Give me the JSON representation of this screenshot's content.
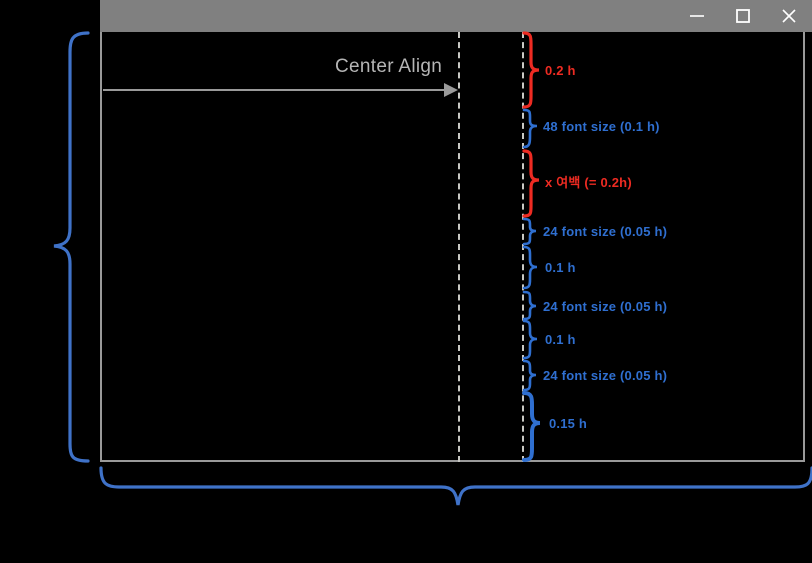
{
  "window": {
    "title_bar": {
      "controls": [
        {
          "name": "minimize",
          "glyph": "minimize-icon",
          "label": "Minimize"
        },
        {
          "name": "maximize",
          "glyph": "maximize-icon",
          "label": "Maximize"
        },
        {
          "name": "close",
          "glyph": "close-icon",
          "label": "Close"
        }
      ]
    },
    "content": {
      "background_color": "#000000",
      "border_color": "#9a9a9a"
    }
  },
  "guides": {
    "center_align_label": "Center Align",
    "center_dashed_line_color": "#c9c9c4",
    "right_dashed_line_color": "#c9c9c4",
    "arrow_color": "#9a9a9a"
  },
  "colors": {
    "red": "#ee2b22",
    "blue": "#2f6fd0",
    "titlebar_gray": "#808080",
    "text_gray": "#b5b5b5"
  },
  "annotations": {
    "vertical_segments": [
      {
        "id": "seg-1",
        "label": "0.2 h",
        "color": "#ee2b22",
        "kind": "spacing"
      },
      {
        "id": "seg-2",
        "label": "48 font size (0.1 h)",
        "color": "#2f6fd0",
        "kind": "font"
      },
      {
        "id": "seg-3",
        "label": "x 여백 (= 0.2h)",
        "color": "#ee2b22",
        "kind": "spacing"
      },
      {
        "id": "seg-4",
        "label": "24 font size (0.05 h)",
        "color": "#2f6fd0",
        "kind": "font"
      },
      {
        "id": "seg-5",
        "label": "0.1 h",
        "color": "#2f6fd0",
        "kind": "spacing"
      },
      {
        "id": "seg-6",
        "label": "24 font size (0.05 h)",
        "color": "#2f6fd0",
        "kind": "font"
      },
      {
        "id": "seg-7",
        "label": "0.1 h",
        "color": "#2f6fd0",
        "kind": "spacing"
      },
      {
        "id": "seg-8",
        "label": "24 font size (0.05 h)",
        "color": "#2f6fd0",
        "kind": "font"
      },
      {
        "id": "seg-9",
        "label": "0.15 h",
        "color": "#2f6fd0",
        "kind": "spacing"
      }
    ],
    "outer_braces": [
      {
        "id": "left-brace",
        "orientation": "vertical",
        "label": "",
        "color": "#2f6fd0"
      },
      {
        "id": "bottom-brace",
        "orientation": "horizontal",
        "label": "",
        "color": "#2f6fd0"
      }
    ]
  }
}
